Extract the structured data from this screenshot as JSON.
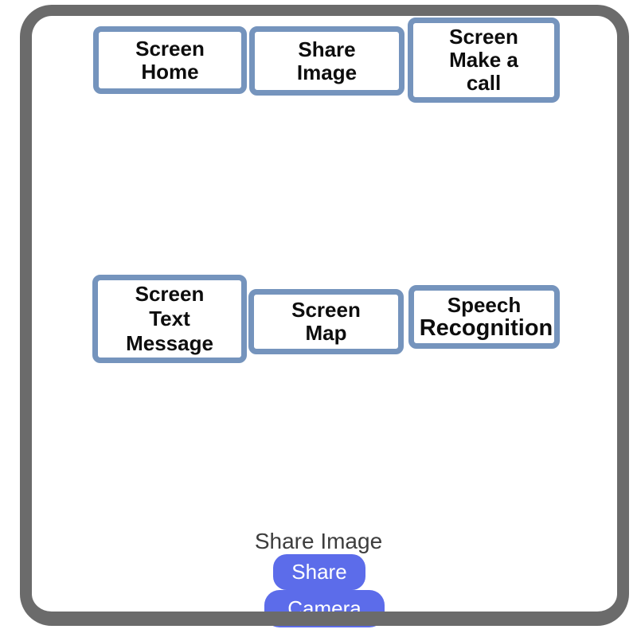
{
  "colors": {
    "bezel_gray": "#6b6b6b",
    "screen_button_border": "#7594bd",
    "screen_button_text": "#0d0d0d",
    "pill_background": "#5c6cea",
    "pill_text": "#ffffff",
    "bottom_label_text": "#3d3d3d",
    "background": "#ffffff"
  },
  "screen_buttons": [
    {
      "id": "screen-home",
      "lines": [
        "Screen",
        "Home"
      ]
    },
    {
      "id": "share-image",
      "lines": [
        "Share",
        "Image"
      ]
    },
    {
      "id": "screen-make-a-call",
      "lines": [
        "Screen",
        "Make a",
        "call"
      ]
    },
    {
      "id": "screen-text-message",
      "lines": [
        "Screen",
        "Text",
        "Message"
      ]
    },
    {
      "id": "screen-map",
      "lines": [
        "Screen",
        "Map"
      ]
    },
    {
      "id": "speech-recognition",
      "lines": [
        "Speech",
        "Recognition"
      ]
    }
  ],
  "bottom": {
    "label": "Share Image",
    "share_button": "Share",
    "camera_button": "Camera"
  }
}
